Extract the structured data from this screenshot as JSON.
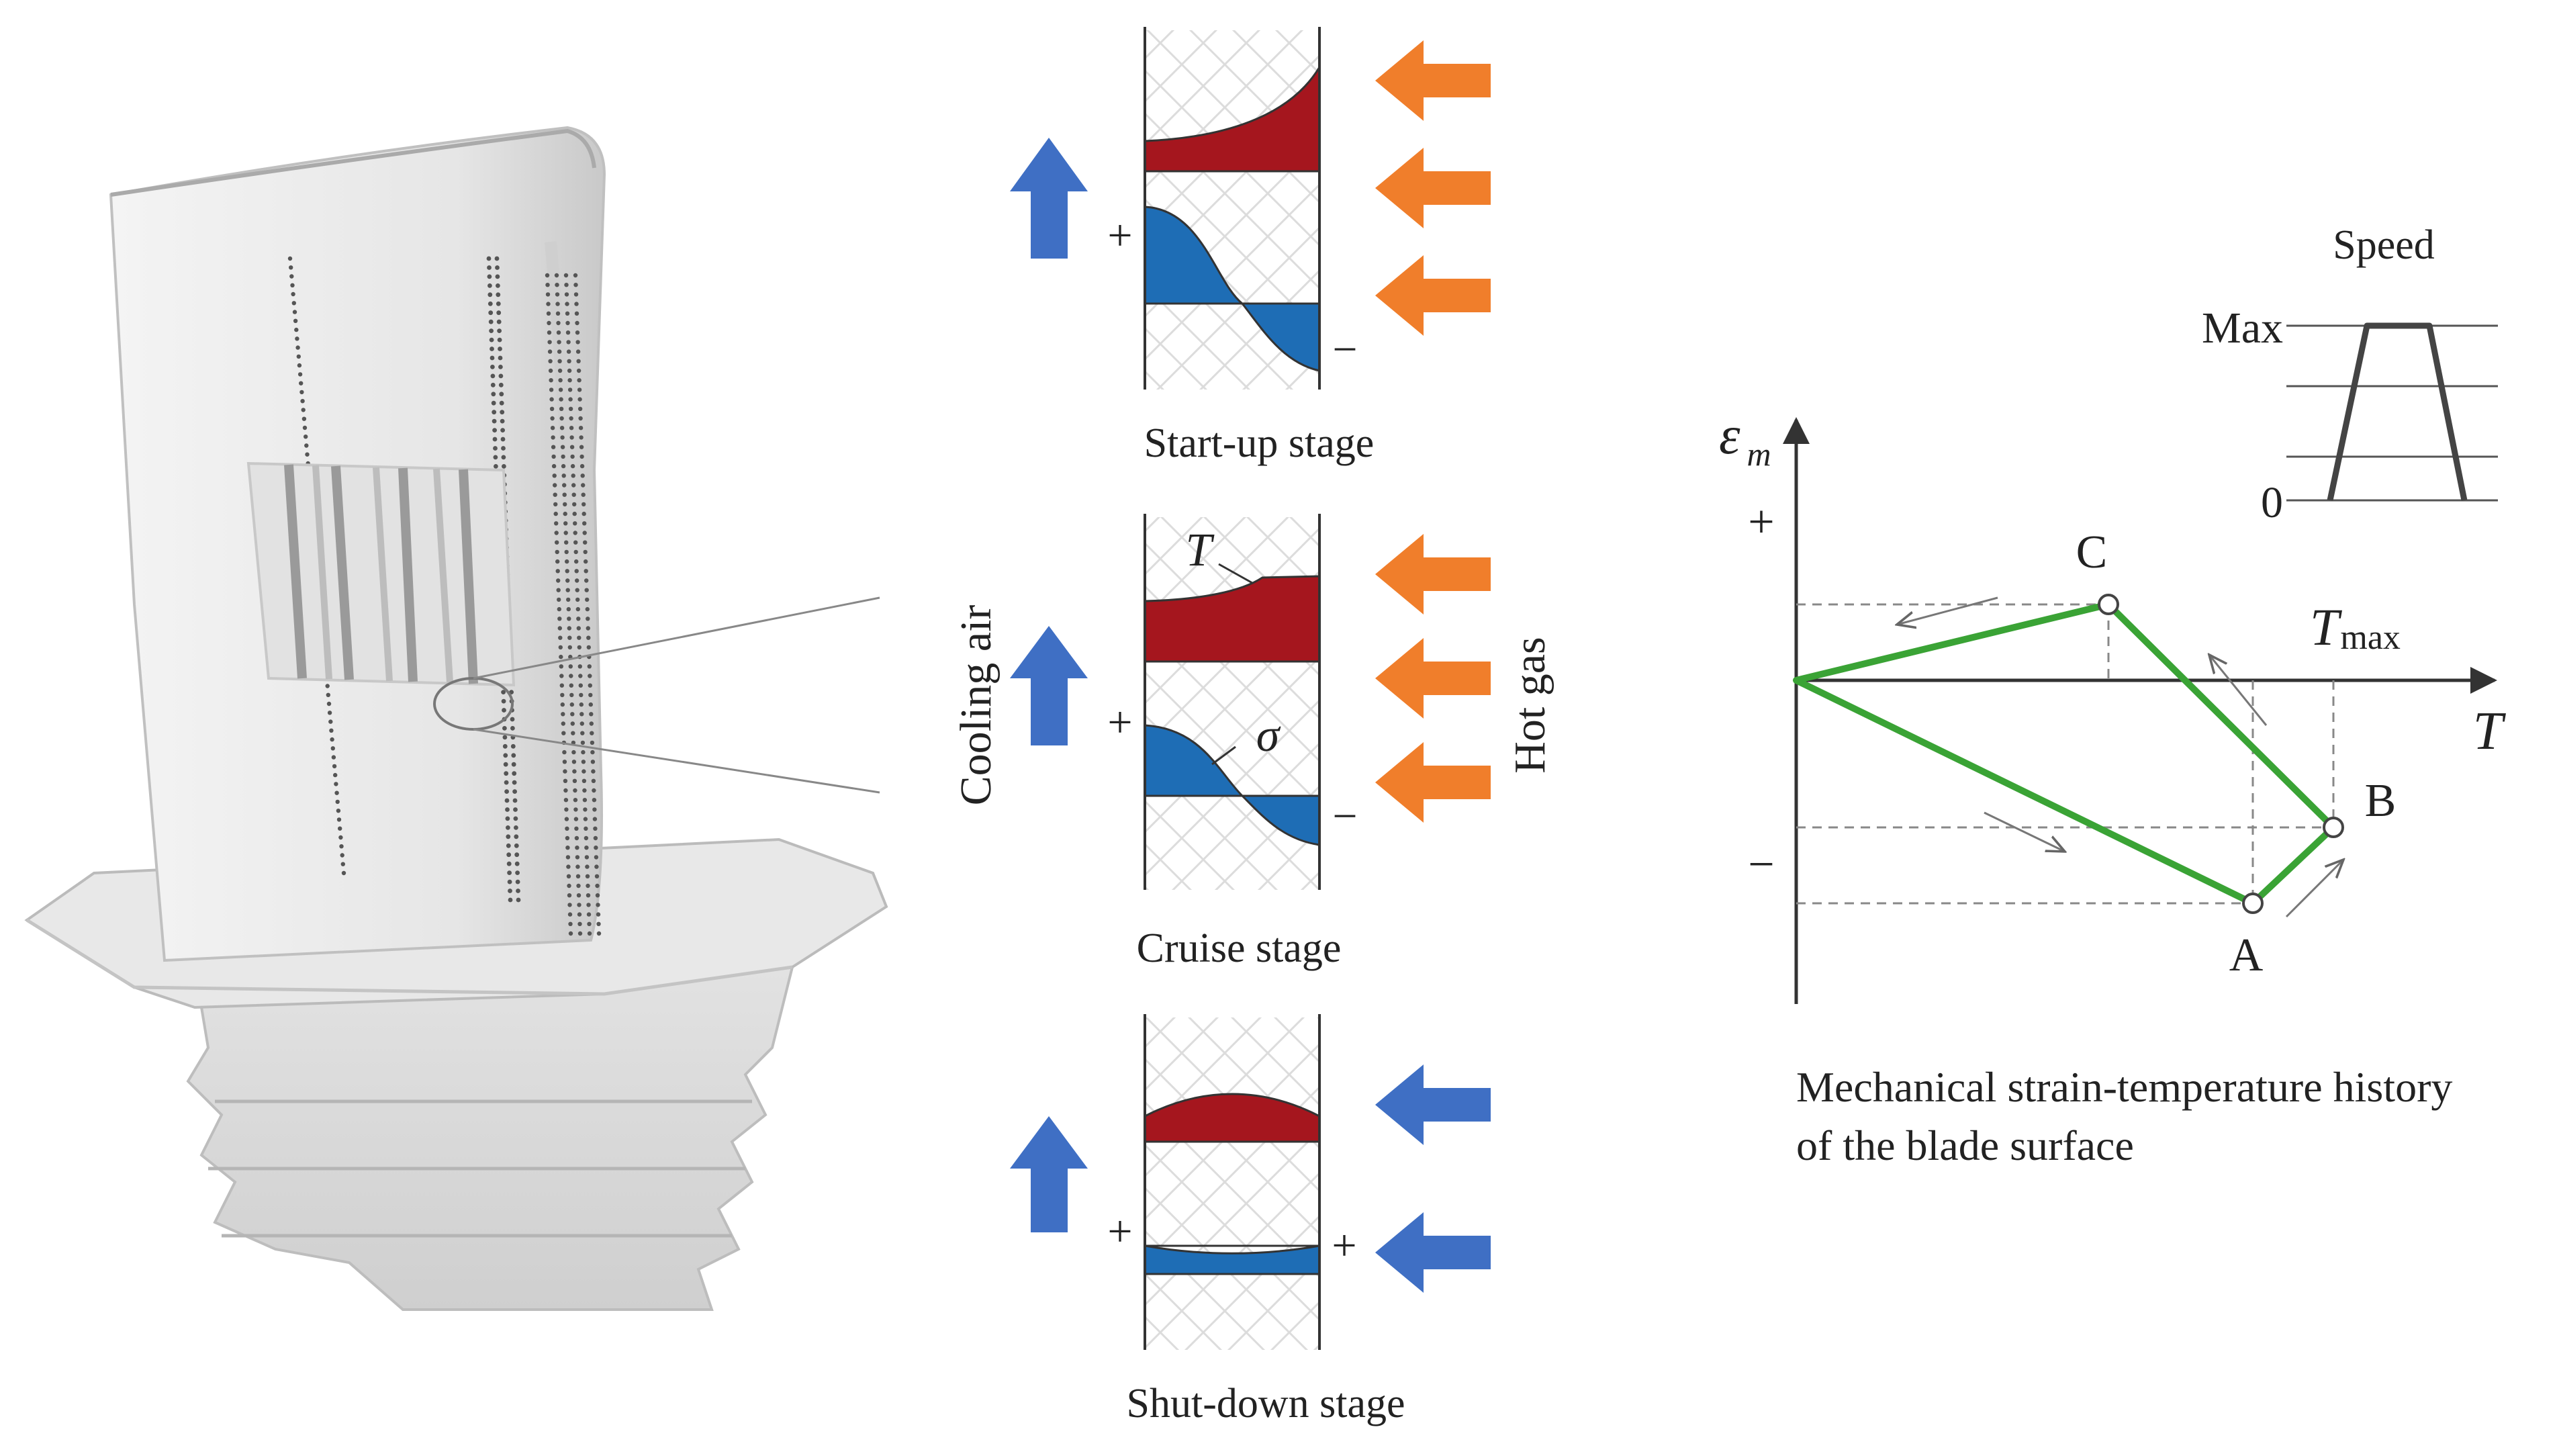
{
  "stages": [
    {
      "caption": "Start-up stage",
      "plus": "+",
      "minus": "−",
      "gas_arrow": "orange"
    },
    {
      "caption": "Cruise stage",
      "plus": "+",
      "minus": "−",
      "temp_label": "T",
      "stress_label": "σ",
      "gas_arrow": "orange"
    },
    {
      "caption": "Shut-down stage",
      "plus": "+",
      "plus_right": "+",
      "gas_arrow": "blue"
    }
  ],
  "labels": {
    "cooling_air": "Cooling  air",
    "hot_gas": "Hot gas"
  },
  "speed_profile": {
    "title": "Speed",
    "max_label": "Max",
    "zero_label": "0"
  },
  "strain_plot": {
    "y_label": "ε",
    "y_label_sub": "m",
    "x_label": "T",
    "plus": "+",
    "minus": "−",
    "tmax_label": "T",
    "tmax_sub": "max",
    "points": {
      "C": "C",
      "A": "A",
      "B": "B"
    },
    "caption_line1": "Mechanical strain-temperature history",
    "caption_line2": "of the blade surface"
  },
  "colors": {
    "hot": "#a5161e",
    "cold": "#1e6db5",
    "orange_arrow": "#f07e2b",
    "blue_arrow": "#3f6fc4",
    "loop": "#3aa335",
    "blade": "#e4e4e4"
  },
  "icons": [
    "cooling-air-arrow-icon",
    "hot-gas-arrow-icon"
  ]
}
